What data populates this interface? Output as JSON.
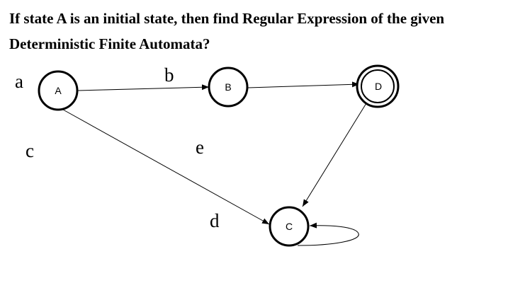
{
  "question": {
    "line1": "If state A is an initial state, then find Regular Expression of the given",
    "line2": "Deterministic Finite Automata?"
  },
  "states": {
    "A": "A",
    "B": "B",
    "C": "C",
    "D": "D"
  },
  "edge_labels": {
    "a": "a",
    "b": "b",
    "c": "c",
    "d": "d",
    "e": "e"
  }
}
